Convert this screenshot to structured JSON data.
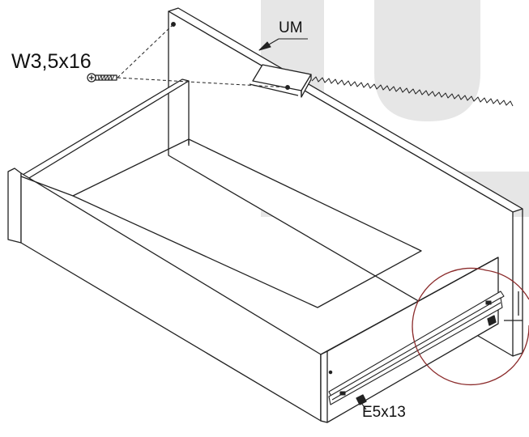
{
  "labels": {
    "screw_small": "W3,5x16",
    "connector": "UM",
    "screw_rail": "E5x13"
  },
  "icons": [
    "screw-icon",
    "drawer-rail-icon",
    "logo-watermark"
  ],
  "colors": {
    "line": "#222222",
    "watermark": "#e6e6e6",
    "detail_circle": "#8b2b2b"
  }
}
